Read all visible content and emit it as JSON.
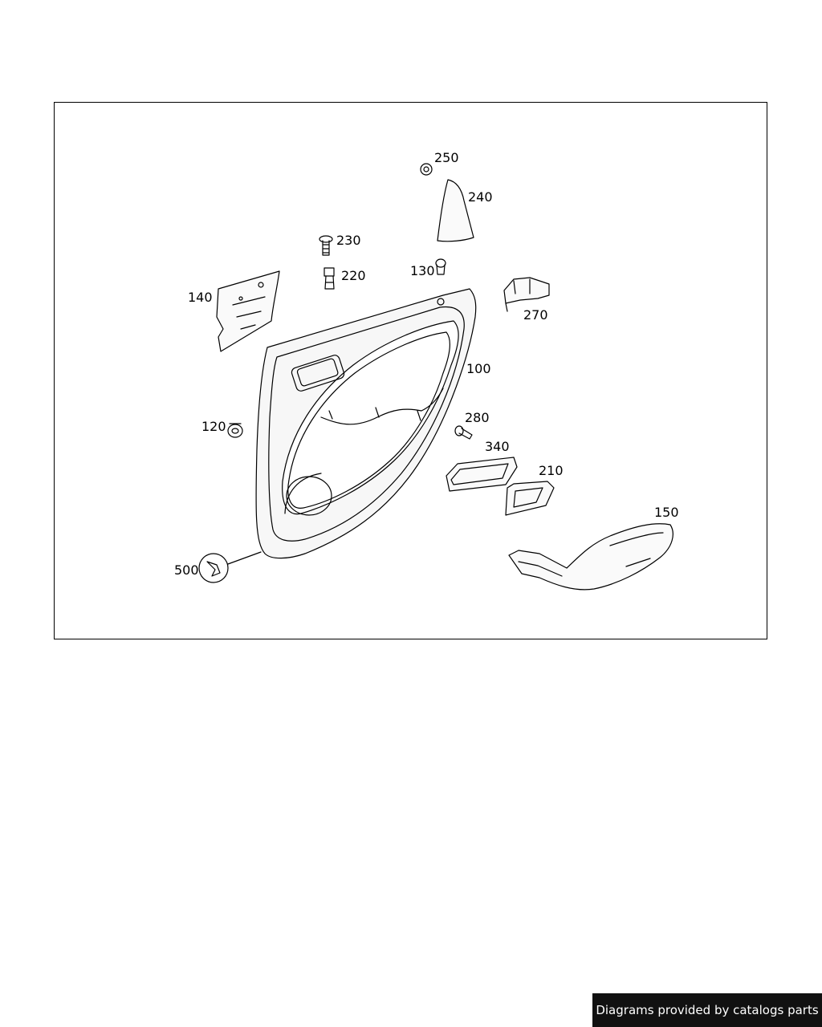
{
  "diagram": {
    "callouts": [
      {
        "id": "250",
        "label": "250"
      },
      {
        "id": "240",
        "label": "240"
      },
      {
        "id": "230",
        "label": "230"
      },
      {
        "id": "220",
        "label": "220"
      },
      {
        "id": "130",
        "label": "130"
      },
      {
        "id": "140",
        "label": "140"
      },
      {
        "id": "270",
        "label": "270"
      },
      {
        "id": "100",
        "label": "100"
      },
      {
        "id": "120",
        "label": "120"
      },
      {
        "id": "280",
        "label": "280"
      },
      {
        "id": "340",
        "label": "340"
      },
      {
        "id": "210",
        "label": "210"
      },
      {
        "id": "150",
        "label": "150"
      },
      {
        "id": "500",
        "label": "500"
      }
    ]
  },
  "footer": {
    "watermark_text": "Diagrams provided by catalogs parts"
  },
  "colors": {
    "line": "#000000",
    "panel_fill": "#f4f4f4",
    "watermark_bg": "#111111"
  }
}
